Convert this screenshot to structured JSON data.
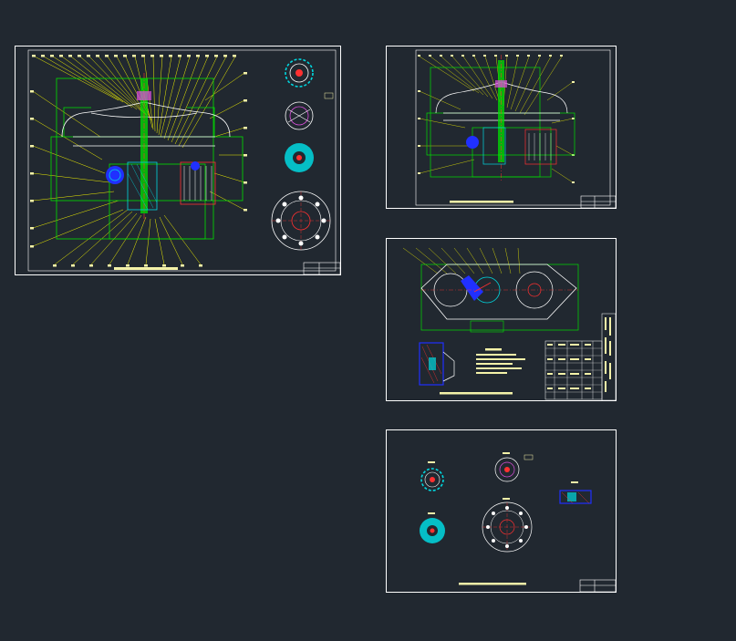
{
  "colors": {
    "background": "#212830",
    "frame": "#ffffff",
    "annotation": "#f4f2a8",
    "leader": "#f0f000",
    "housing": "#00e000",
    "center_line": "#ff3030",
    "section": "#2030ff",
    "hatch": "#00d8e0",
    "detail": "#ffffff"
  },
  "sheets": [
    {
      "id": "sheet-1",
      "title": ""
    },
    {
      "id": "sheet-2",
      "title": ""
    },
    {
      "id": "sheet-3",
      "title": ""
    },
    {
      "id": "sheet-4",
      "title": ""
    }
  ]
}
